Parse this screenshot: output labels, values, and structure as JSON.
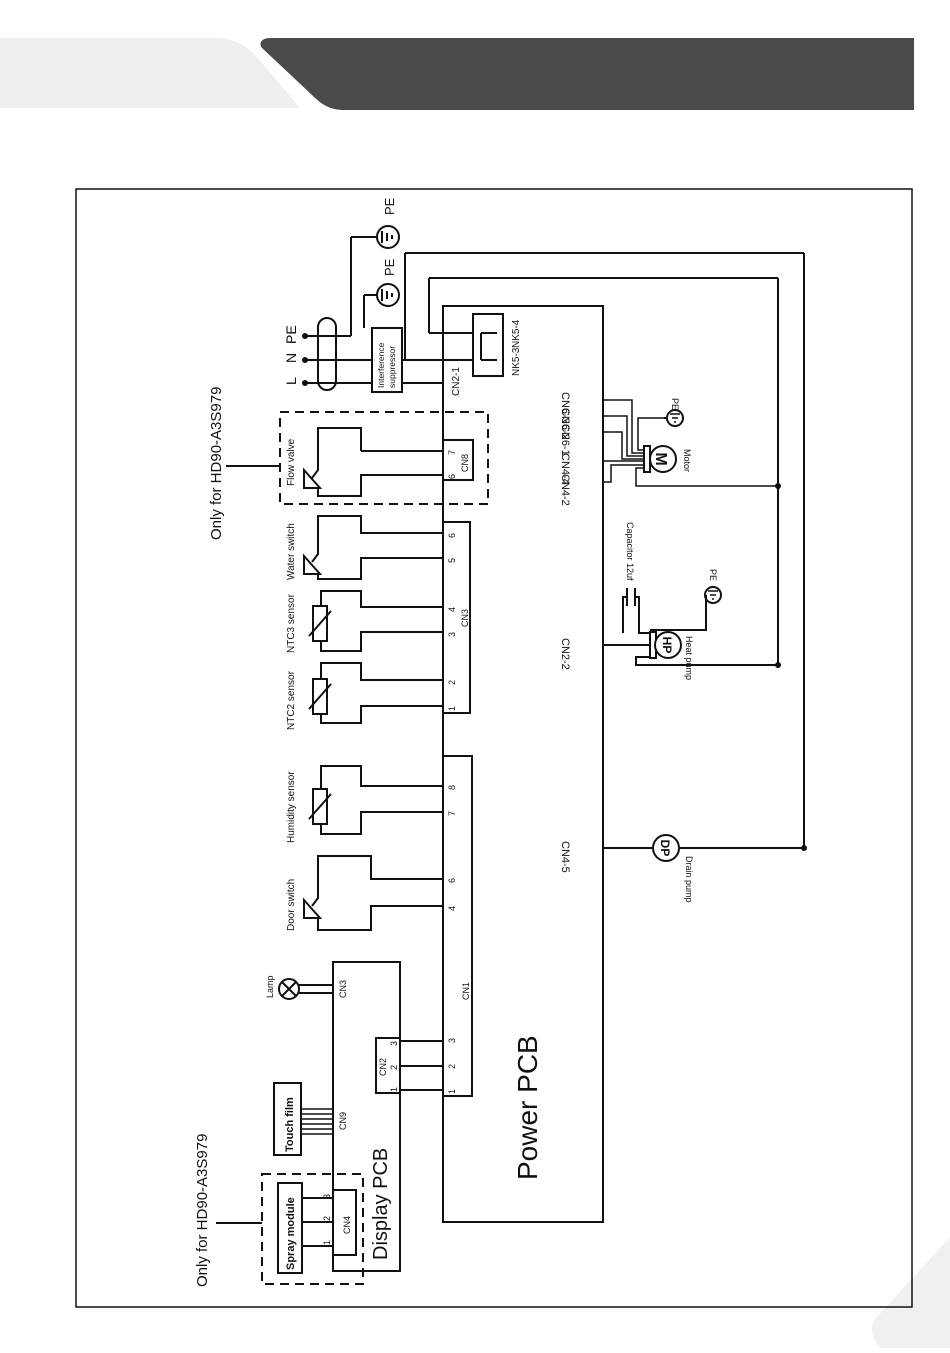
{
  "labels": {
    "pe_top": "PE",
    "pe_second": "PE",
    "mains_l": "L",
    "mains_n": "N",
    "mains_pe": "PE",
    "interference_suppressor_line1": "Interference",
    "interference_suppressor_line2": "suppressor",
    "cn2_1": "CN2-1",
    "nk5_3": "NK5-3",
    "nk5_4": "NK5-4",
    "only_for_top": "Only for HD90-A3S979",
    "only_for_bottom": "Only for HD90-A3S979",
    "flow_valve": "Flow valve",
    "water_switch": "Water switch",
    "ntc3_sensor": "NTC3 sensor",
    "ntc2_sensor": "NTC2 sensor",
    "humidity_sensor": "Humidity sensor",
    "door_switch": "Door switch",
    "lamp": "Lamp",
    "touch_film": "Touch film",
    "spray_module": "Spray module",
    "display_pcb": "Display PCB",
    "power_pcb": "Power PCB",
    "cn8": "CN8",
    "cn8_pin7": "7",
    "cn8_pin6": "6",
    "cn3": "CN3",
    "cn3_pin6": "6",
    "cn3_pin5": "5",
    "cn3_pin4": "4",
    "cn3_pin3": "3",
    "cn3_pin2": "2",
    "cn3_pin1": "1",
    "cn1": "CN1",
    "cn1_pin8": "8",
    "cn1_pin7": "7",
    "cn1_pin6": "6",
    "cn1_pin4": "4",
    "cn1_pin3": "3",
    "cn1_pin2": "2",
    "cn1_pin1": "1",
    "disp_cn3": "CN3",
    "disp_cn2": "CN2",
    "disp_cn2_pin3": "3",
    "disp_cn2_pin2": "2",
    "disp_cn2_pin1": "1",
    "disp_cn9": "CN9",
    "disp_cn4": "CN4",
    "disp_cn4_pin3": "3",
    "disp_cn4_pin2": "2",
    "disp_cn4_pin1": "1",
    "cn6_3": "CN6-3",
    "cn6_2": "CN6-2",
    "cn6_1": "CN6-1",
    "cn4_4": "CN4-4",
    "cn4_2": "CN4-2",
    "cn2_2": "CN2-2",
    "cn4_5": "CN4-5",
    "motor_symbol": "M",
    "motor": "Motor",
    "motor_pe": "PE",
    "capacitor": "Capacitor 12uf",
    "hp_symbol": "HP",
    "heat_pump": "Heat pump",
    "heat_pump_pe": "PE",
    "dp_symbol": "DP",
    "drain_pump": "Drain pump"
  },
  "colors": {
    "header_dark": "#4a4a4a",
    "header_light": "#efefef",
    "corner_light": "#f0f0f0",
    "line": "#111111"
  }
}
